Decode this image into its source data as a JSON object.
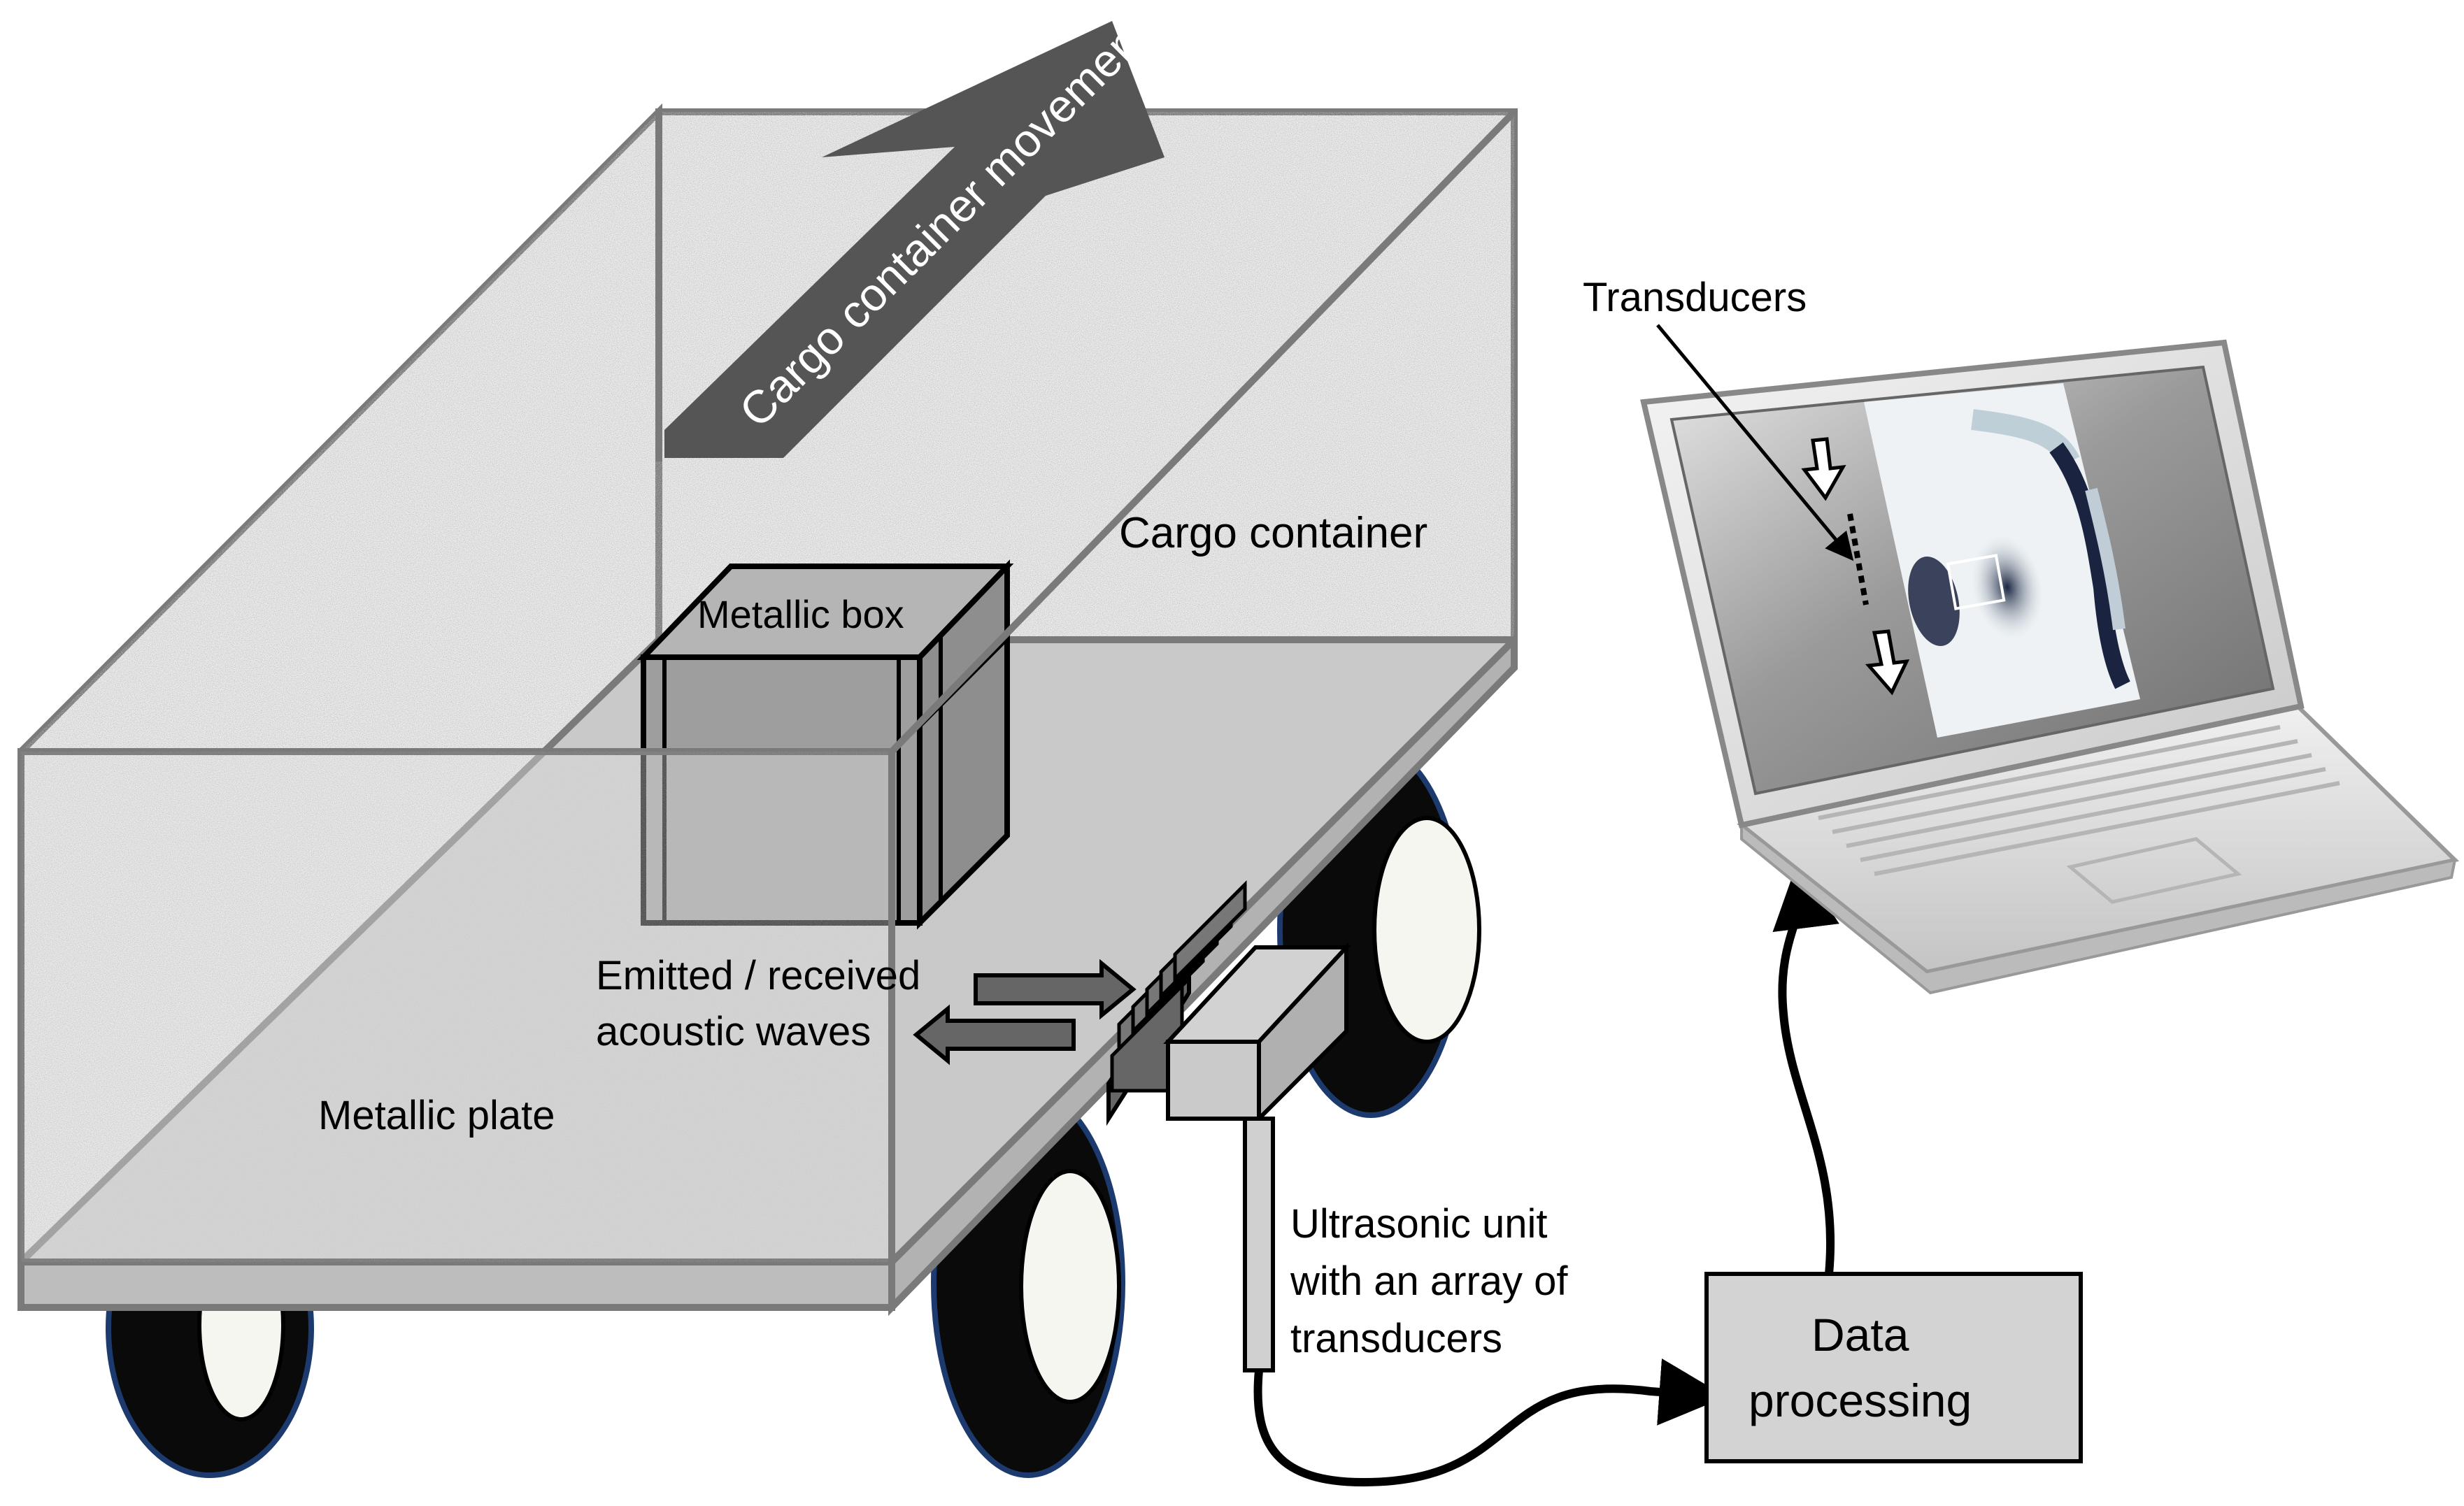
{
  "labels": {
    "movement": "Cargo container movement",
    "container": "Cargo container",
    "box": "Metallic box",
    "waves_line1": "Emitted / received",
    "waves_line2": "acoustic waves",
    "plate": "Metallic plate",
    "unit_line1": "Ultrasonic unit",
    "unit_line2": "with an array of",
    "unit_line3": "transducers",
    "processing_line1": "Data",
    "processing_line2": "processing",
    "transducers": "Transducers"
  },
  "colors": {
    "frame": "#7a7a7a",
    "plate": "#c9c9c9",
    "box": "#9e9e9e",
    "arrow": "#555555",
    "tire": "#0a0a0a",
    "tire_rim": "#1c3a6e",
    "panel": "#d3d3d3"
  }
}
